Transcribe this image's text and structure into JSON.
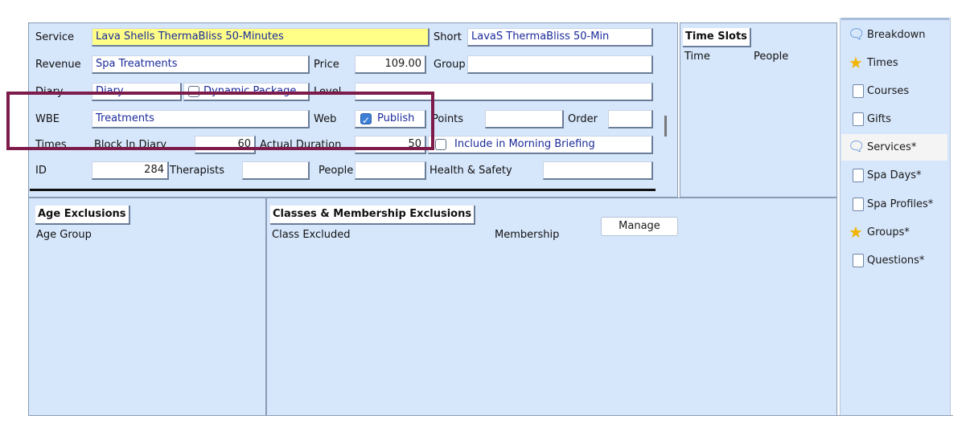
{
  "form": {
    "service_label": "Service",
    "service_value": "Lava Shells ThermaBliss 50-Minutes",
    "short_label": "Short",
    "short_value": "LavaS ThermaBliss 50-Min",
    "revenue_label": "Revenue",
    "revenue_value": "Spa Treatments",
    "price_label": "Price",
    "price_value": "109.00",
    "group_label": "Group",
    "group_value": "",
    "diary_label": "Diary",
    "diary_value": "Diary",
    "dynamic_package_label": "Dynamic Package",
    "dynamic_package_checked": false,
    "level_label": "Level",
    "level_value": "",
    "wbe_label": "WBE",
    "wbe_value": "Treatments",
    "web_label": "Web",
    "publish_label": "Publish",
    "publish_checked": true,
    "points_label": "Points",
    "points_value": "",
    "order_label": "Order",
    "order_value": "",
    "times_label": "Times",
    "block_in_diary_label": "Block In Diary",
    "block_in_diary_value": "60",
    "actual_duration_label": "Actual Duration",
    "actual_duration_value": "50",
    "morning_briefing_label": "Include in Morning Briefing",
    "morning_briefing_checked": false,
    "id_label": "ID",
    "id_value": "284",
    "therapists_label": "Therapists",
    "therapists_value": "",
    "people_label": "People",
    "people_value": "",
    "health_safety_label": "Health & Safety",
    "health_safety_value": ""
  },
  "time_slots": {
    "title": "Time Slots",
    "col_time": "Time",
    "col_people": "People"
  },
  "age_exclusions": {
    "title": "Age Exclusions",
    "col_age_group": "Age Group"
  },
  "class_exclusions": {
    "title": "Classes & Membership Exclusions",
    "col_class": "Class Excluded",
    "col_membership": "Membership",
    "manage_label": "Manage"
  },
  "sidebar": {
    "items": [
      {
        "label": "Breakdown",
        "icon": "speech-bubble-icon"
      },
      {
        "label": "Times",
        "icon": "star-icon"
      },
      {
        "label": "Courses",
        "icon": "document-icon"
      },
      {
        "label": "Gifts",
        "icon": "document-icon"
      },
      {
        "label": "Services*",
        "icon": "speech-bubble-icon"
      },
      {
        "label": "Spa Days*",
        "icon": "document-icon"
      },
      {
        "label": "Spa Profiles*",
        "icon": "document-icon"
      },
      {
        "label": "Groups*",
        "icon": "star-icon"
      },
      {
        "label": "Questions*",
        "icon": "document-icon"
      }
    ]
  },
  "colors": {
    "panel_bg": "#d6e6fb",
    "highlight_border": "#7d1b4a",
    "service_field_bg": "#ffff88",
    "checkbox_checked": "#3d7fd6"
  }
}
